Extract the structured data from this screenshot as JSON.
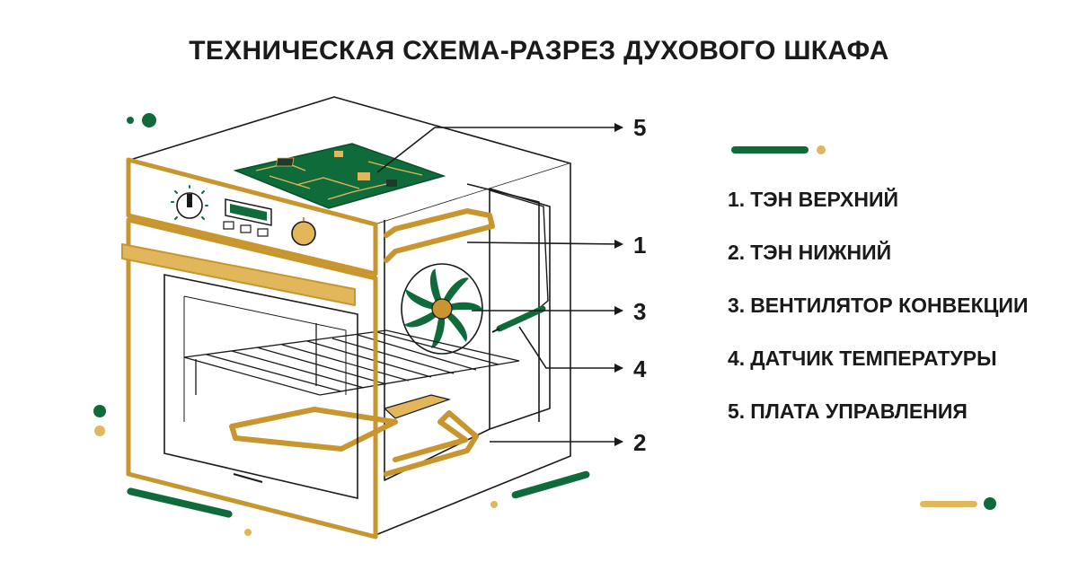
{
  "title": "ТЕХНИЧЕСКАЯ СХЕМА-РАЗРЕЗ ДУХОВОГО ШКАФА",
  "colors": {
    "gold": "#C8952E",
    "gold_light": "#E2B65A",
    "green": "#0F6B3A",
    "green_dark": "#0A4F2A",
    "outline": "#1a1a1a"
  },
  "callouts": [
    {
      "number": "5",
      "part": "control-board"
    },
    {
      "number": "1",
      "part": "upper-heater"
    },
    {
      "number": "3",
      "part": "convection-fan"
    },
    {
      "number": "4",
      "part": "temperature-sensor"
    },
    {
      "number": "2",
      "part": "lower-heater"
    }
  ],
  "legend": [
    {
      "number": "1.",
      "label": "ТЭН ВЕРХНИЙ"
    },
    {
      "number": "2.",
      "label": "ТЭН НИЖНИЙ"
    },
    {
      "number": "3.",
      "label": "ВЕНТИЛЯТОР КОНВЕКЦИИ"
    },
    {
      "number": "4.",
      "label": "ДАТЧИК ТЕМПЕРАТУРЫ"
    },
    {
      "number": "5.",
      "label": "ПЛАТА УПРАВЛЕНИЯ"
    }
  ]
}
